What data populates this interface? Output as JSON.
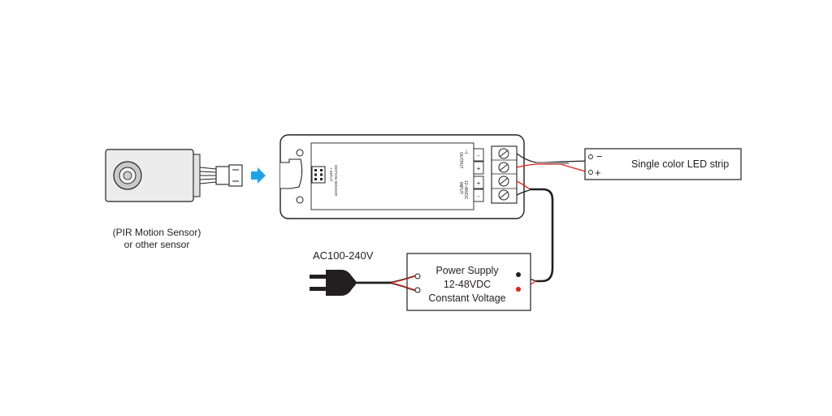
{
  "sensor": {
    "caption_line1": "(PIR Motion Sensor)",
    "caption_line2": "or other  sensor"
  },
  "controller": {
    "port_label_1": "+ INPUT",
    "port_label_2": "MOTION SENSOR",
    "output_label": "OUTPUT",
    "input_label_1": "INPUT",
    "input_label_2": "12-48VDC",
    "sign_minus": "-",
    "sign_plus": "+"
  },
  "led_strip": {
    "label": "Single color LED strip",
    "minus": "−",
    "plus": "+"
  },
  "power_supply": {
    "line1": "Power Supply",
    "line2": "12-48VDC",
    "line3": "Constant Voltage"
  },
  "mains": {
    "label": "AC100-240V"
  },
  "colors": {
    "line": "#231f20",
    "wire_red": "#e2231a",
    "arrow": "#1fa3e6",
    "fill_light": "#ededed",
    "fill_dark": "#bdbdbd"
  }
}
